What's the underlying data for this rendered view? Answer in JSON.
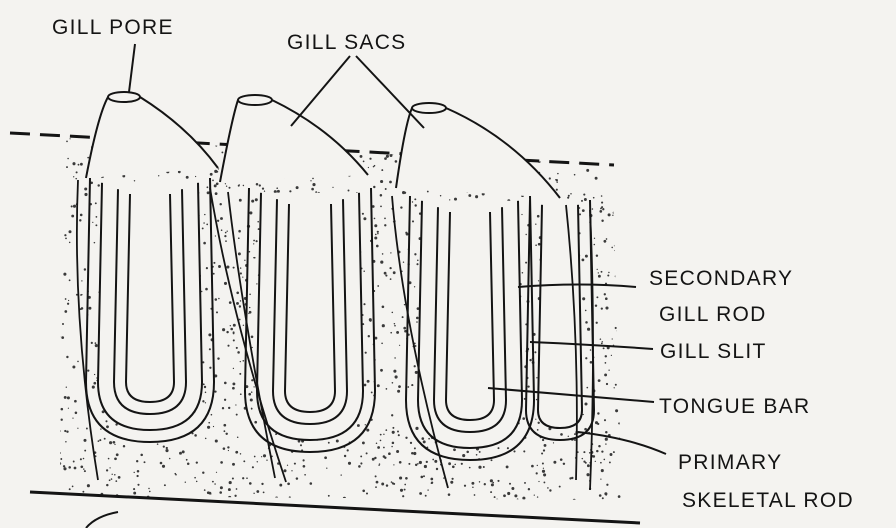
{
  "labels": {
    "gill_pore": "GILL PORE",
    "gill_sacs": "GILL SACS",
    "secondary_gill_rod_line1": "SECONDARY",
    "secondary_gill_rod_line2": "GILL ROD",
    "gill_slit": "GILL SLIT",
    "tongue_bar": "TONGUE BAR",
    "primary_skeletal_rod_line1": "PRIMARY",
    "primary_skeletal_rod_line2": "SKELETAL ROD"
  },
  "colors": {
    "ink": "#141414",
    "paper": "#f4f3f0",
    "stipple": "#3a3a3a"
  }
}
